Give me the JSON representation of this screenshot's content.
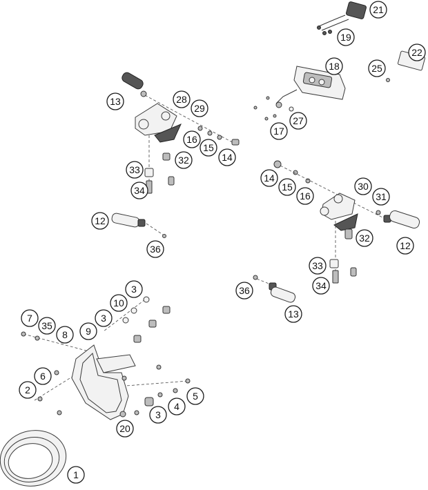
{
  "callouts": [
    {
      "id": "c21a",
      "label": "21"
    },
    {
      "id": "c19",
      "label": "19"
    },
    {
      "id": "c22",
      "label": "22"
    },
    {
      "id": "c25",
      "label": "25"
    },
    {
      "id": "c18",
      "label": "18"
    },
    {
      "id": "c13a",
      "label": "13"
    },
    {
      "id": "c28",
      "label": "28"
    },
    {
      "id": "c29",
      "label": "29"
    },
    {
      "id": "c17",
      "label": "17"
    },
    {
      "id": "c27",
      "label": "27"
    },
    {
      "id": "c16a",
      "label": "16"
    },
    {
      "id": "c15a",
      "label": "15"
    },
    {
      "id": "c14a",
      "label": "14"
    },
    {
      "id": "c32a",
      "label": "32"
    },
    {
      "id": "c33a",
      "label": "33"
    },
    {
      "id": "c34a",
      "label": "34"
    },
    {
      "id": "c14b",
      "label": "14"
    },
    {
      "id": "c15b",
      "label": "15"
    },
    {
      "id": "c16b",
      "label": "16"
    },
    {
      "id": "c30",
      "label": "30"
    },
    {
      "id": "c31",
      "label": "31"
    },
    {
      "id": "c12a",
      "label": "12"
    },
    {
      "id": "c36a",
      "label": "36"
    },
    {
      "id": "c32b",
      "label": "32"
    },
    {
      "id": "c12b",
      "label": "12"
    },
    {
      "id": "c33b",
      "label": "33"
    },
    {
      "id": "c34b",
      "label": "34"
    },
    {
      "id": "c36b",
      "label": "36"
    },
    {
      "id": "c13b",
      "label": "13"
    },
    {
      "id": "c3a",
      "label": "3"
    },
    {
      "id": "c10",
      "label": "10"
    },
    {
      "id": "c3b",
      "label": "3"
    },
    {
      "id": "c7",
      "label": "7"
    },
    {
      "id": "c35",
      "label": "35"
    },
    {
      "id": "c8",
      "label": "8"
    },
    {
      "id": "c9",
      "label": "9"
    },
    {
      "id": "c6",
      "label": "6"
    },
    {
      "id": "c2",
      "label": "2"
    },
    {
      "id": "c5",
      "label": "5"
    },
    {
      "id": "c4",
      "label": "4"
    },
    {
      "id": "c3c",
      "label": "3"
    },
    {
      "id": "c20",
      "label": "20"
    },
    {
      "id": "c1",
      "label": "1"
    }
  ]
}
